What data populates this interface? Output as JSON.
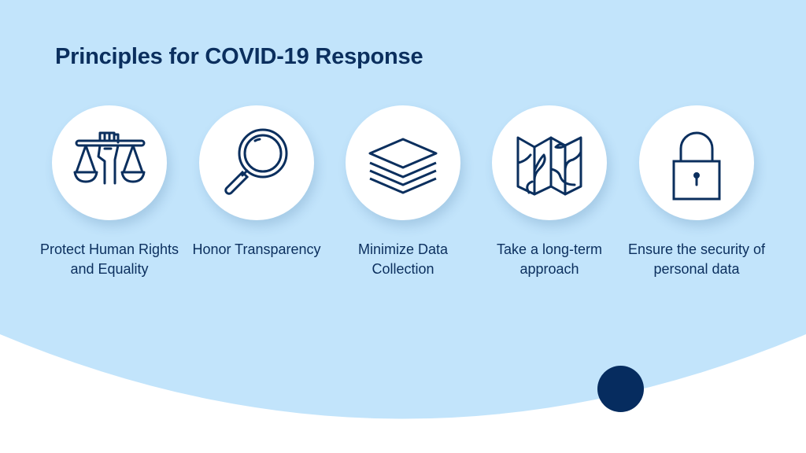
{
  "title": "Principles for COVID-19 Response",
  "colors": {
    "background": "#c2e4fb",
    "text": "#0b2f5e",
    "accent": "#062c5f"
  },
  "principles": [
    {
      "icon": "scales-fist-icon",
      "label": "Protect Human Rights and Equality"
    },
    {
      "icon": "magnifying-glass-icon",
      "label": "Honor Transparency"
    },
    {
      "icon": "layers-icon",
      "label": "Minimize Data Collection"
    },
    {
      "icon": "map-icon",
      "label": "Take a long-term approach"
    },
    {
      "icon": "padlock-icon",
      "label": "Ensure the security of personal data"
    }
  ]
}
